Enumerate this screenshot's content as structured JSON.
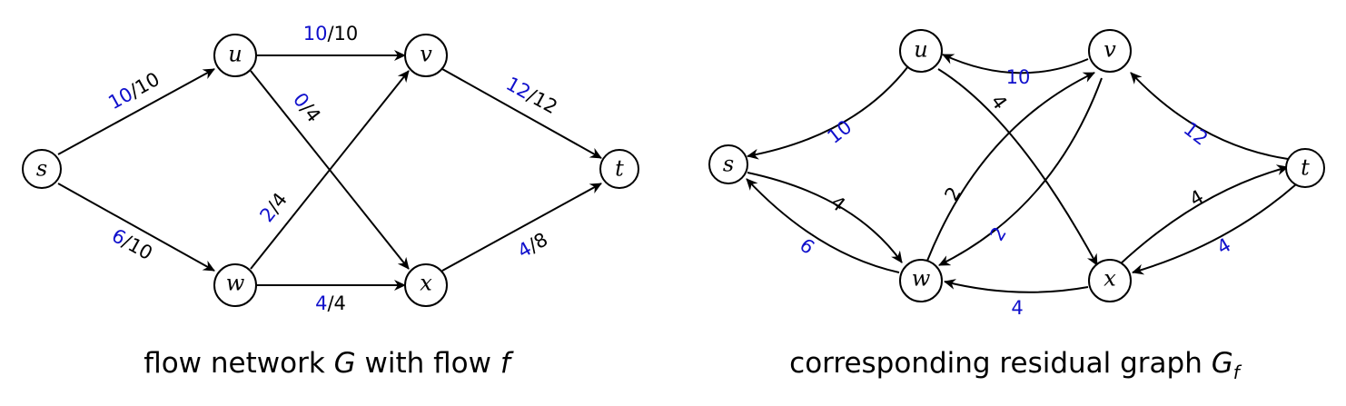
{
  "left_diagram": {
    "caption": {
      "text": "flow network",
      "graph": "G",
      "middle": "with flow",
      "flow": "f"
    },
    "edges": [
      {
        "from": "s",
        "to": "u",
        "flow": "10",
        "capacity": "10"
      },
      {
        "from": "s",
        "to": "w",
        "flow": "6",
        "capacity": "10"
      },
      {
        "from": "u",
        "to": "v",
        "flow": "10",
        "capacity": "10"
      },
      {
        "from": "u",
        "to": "x",
        "flow": "0",
        "capacity": "4"
      },
      {
        "from": "w",
        "to": "v",
        "flow": "2",
        "capacity": "4"
      },
      {
        "from": "w",
        "to": "x",
        "flow": "4",
        "capacity": "4"
      },
      {
        "from": "v",
        "to": "t",
        "flow": "12",
        "capacity": "12"
      },
      {
        "from": "x",
        "to": "t",
        "flow": "4",
        "capacity": "8"
      }
    ]
  },
  "right_diagram": {
    "caption": {
      "text": "corresponding residual graph",
      "graph": "G",
      "subscript": "f"
    },
    "edges": [
      {
        "from": "u",
        "to": "s",
        "weight": "10",
        "kind": "backward"
      },
      {
        "from": "s",
        "to": "w",
        "weight": "4",
        "kind": "forward"
      },
      {
        "from": "w",
        "to": "s",
        "weight": "6",
        "kind": "backward"
      },
      {
        "from": "v",
        "to": "u",
        "weight": "10",
        "kind": "backward"
      },
      {
        "from": "u",
        "to": "x",
        "weight": "4",
        "kind": "forward"
      },
      {
        "from": "w",
        "to": "v",
        "weight": "2",
        "kind": "forward"
      },
      {
        "from": "v",
        "to": "w",
        "weight": "2",
        "kind": "backward"
      },
      {
        "from": "x",
        "to": "w",
        "weight": "4",
        "kind": "backward"
      },
      {
        "from": "t",
        "to": "v",
        "weight": "12",
        "kind": "backward"
      },
      {
        "from": "x",
        "to": "t",
        "weight": "4",
        "kind": "forward"
      },
      {
        "from": "t",
        "to": "x",
        "weight": "4",
        "kind": "backward"
      }
    ]
  },
  "nodes": [
    "s",
    "u",
    "v",
    "w",
    "x",
    "t"
  ],
  "colors": {
    "flow_value": "#1010cc",
    "capacity_value": "#000000",
    "edge": "#000000"
  }
}
